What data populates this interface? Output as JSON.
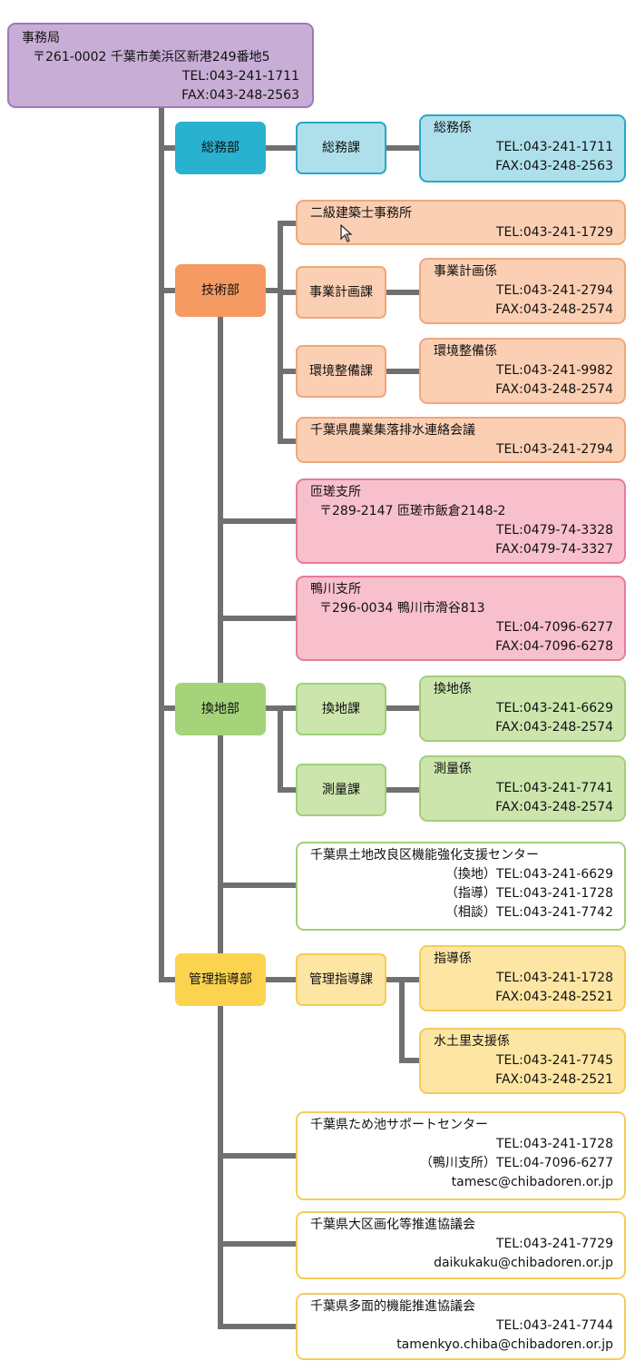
{
  "root": {
    "title": "事務局",
    "address": "〒261-0002 千葉市美浜区新港249番地5",
    "tel": "TEL:043-241-1711",
    "fax": "FAX:043-248-2563"
  },
  "somu": {
    "dept": "総務部",
    "section": "総務課",
    "unit": {
      "title": "総務係",
      "tel": "TEL:043-241-1711",
      "fax": "FAX:043-248-2563"
    }
  },
  "gijutsu": {
    "dept": "技術部",
    "nikyu": {
      "title": "二級建築士事務所",
      "tel": "TEL:043-241-1729"
    },
    "jigyo": {
      "section": "事業計画課",
      "unit": {
        "title": "事業計画係",
        "tel": "TEL:043-241-2794",
        "fax": "FAX:043-248-2574"
      }
    },
    "kankyo": {
      "section": "環境整備課",
      "unit": {
        "title": "環境整備係",
        "tel": "TEL:043-241-9982",
        "fax": "FAX:043-248-2574"
      }
    },
    "nogyo": {
      "title": "千葉県農業集落排水連絡会議",
      "tel": "TEL:043-241-2794"
    }
  },
  "sosa": {
    "title": "匝瑳支所",
    "address": "〒289-2147 匝瑳市飯倉2148-2",
    "tel": "TEL:0479-74-3328",
    "fax": "FAX:0479-74-3327"
  },
  "kamogawa": {
    "title": "鴨川支所",
    "address": "〒296-0034 鴨川市滑谷813",
    "tel": "TEL:04-7096-6277",
    "fax": "FAX:04-7096-6278"
  },
  "kanchi": {
    "dept": "換地部",
    "kanchika": {
      "section": "換地課",
      "unit": {
        "title": "換地係",
        "tel": "TEL:043-241-6629",
        "fax": "FAX:043-248-2574"
      }
    },
    "sokuryo": {
      "section": "測量課",
      "unit": {
        "title": "測量係",
        "tel": "TEL:043-241-7741",
        "fax": "FAX:043-248-2574"
      }
    }
  },
  "center": {
    "title": "千葉県土地改良区機能強化支援センター",
    "line1": "（換地）TEL:043-241-6629",
    "line2": "（指導）TEL:043-241-1728",
    "line3": "（相談）TEL:043-241-7742"
  },
  "kanri": {
    "dept": "管理指導部",
    "section": "管理指導課",
    "shido": {
      "title": "指導係",
      "tel": "TEL:043-241-1728",
      "fax": "FAX:043-248-2521"
    },
    "suido": {
      "title": "水土里支援係",
      "tel": "TEL:043-241-7745",
      "fax": "FAX:043-248-2521"
    }
  },
  "tameike": {
    "title": "千葉県ため池サポートセンター",
    "tel": "TEL:043-241-1728",
    "tel2": "（鴨川支所）TEL:04-7096-6277",
    "email": "tamesc@chibadoren.or.jp"
  },
  "daikukaku": {
    "title": "千葉県大区画化等推進協議会",
    "tel": "TEL:043-241-7729",
    "email": "daikukaku@chibadoren.or.jp"
  },
  "tamenkyo": {
    "title": "千葉県多面的機能推進協議会",
    "tel": "TEL:043-241-7744",
    "email": "tamenkyo.chiba@chibadoren.or.jp"
  }
}
